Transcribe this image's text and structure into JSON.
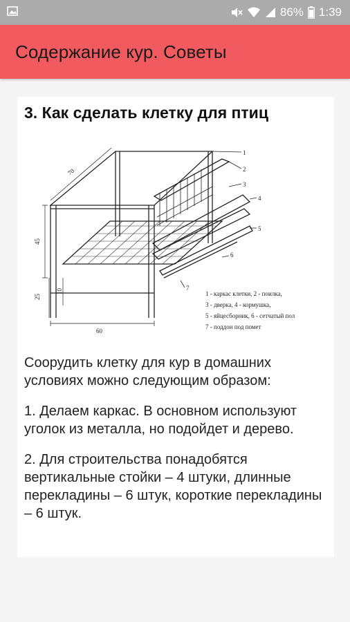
{
  "status_bar": {
    "battery_percent": "86%",
    "time": "1:39",
    "icons": [
      "image-icon",
      "mute-icon",
      "wifi-icon",
      "signal-icon",
      "battery-icon"
    ]
  },
  "app_bar": {
    "title": "Содержание кур. Советы",
    "color": "#f15a5e"
  },
  "article": {
    "heading": "3. Как сделать клетку для птиц",
    "figure": {
      "dimension_labels": {
        "top": "70",
        "height": "45",
        "floor": "25",
        "tray": "10",
        "width": "60"
      },
      "callout_numbers": [
        "1",
        "2",
        "3",
        "4",
        "5",
        "6",
        "7"
      ],
      "caption": [
        "1 - каркас клетки, 2 - поилка,",
        "3 - дверка, 4 - кормушка,",
        "5 - яйцесборник, 6 - сетчатый пол",
        "7 - поддон под помет"
      ]
    },
    "paragraphs": [
      "Соорудить клетку для кур в домашних условиях можно следующим образом:",
      "1. Делаем каркас. В основном используют уголок из металла, но подойдет и дерево.",
      "2. Для строительства понадобятся вертикальные стойки – 4 штуки, длинные перекладины – 6 штук, короткие перекладины – 6 штук."
    ]
  }
}
